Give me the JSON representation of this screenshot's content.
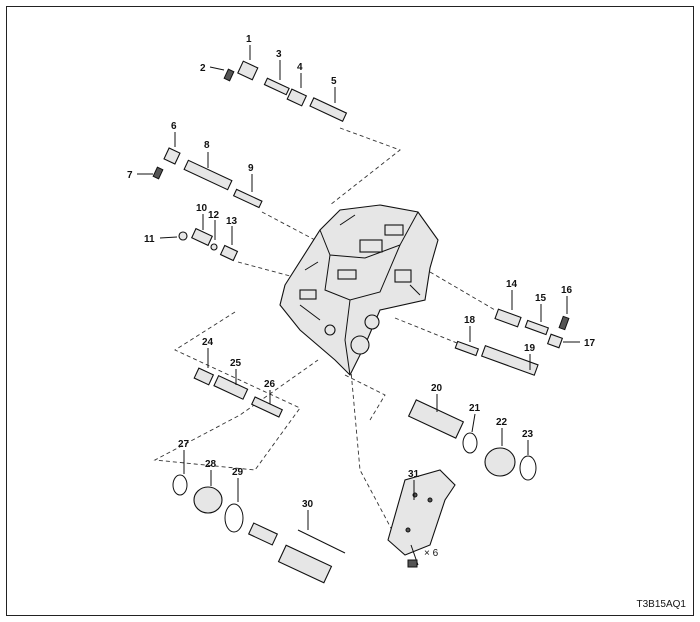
{
  "diagram": {
    "drawing_code": "T3B15AQ1",
    "quantity_note": "× 6",
    "callouts": [
      {
        "id": "1"
      },
      {
        "id": "2"
      },
      {
        "id": "3"
      },
      {
        "id": "4"
      },
      {
        "id": "5"
      },
      {
        "id": "6"
      },
      {
        "id": "7"
      },
      {
        "id": "8"
      },
      {
        "id": "9"
      },
      {
        "id": "10"
      },
      {
        "id": "11"
      },
      {
        "id": "12"
      },
      {
        "id": "13"
      },
      {
        "id": "14"
      },
      {
        "id": "15"
      },
      {
        "id": "16"
      },
      {
        "id": "17"
      },
      {
        "id": "18"
      },
      {
        "id": "19"
      },
      {
        "id": "20"
      },
      {
        "id": "21"
      },
      {
        "id": "22"
      },
      {
        "id": "23"
      },
      {
        "id": "24"
      },
      {
        "id": "25"
      },
      {
        "id": "26"
      },
      {
        "id": "27"
      },
      {
        "id": "28"
      },
      {
        "id": "29"
      },
      {
        "id": "30"
      },
      {
        "id": "31"
      }
    ]
  }
}
